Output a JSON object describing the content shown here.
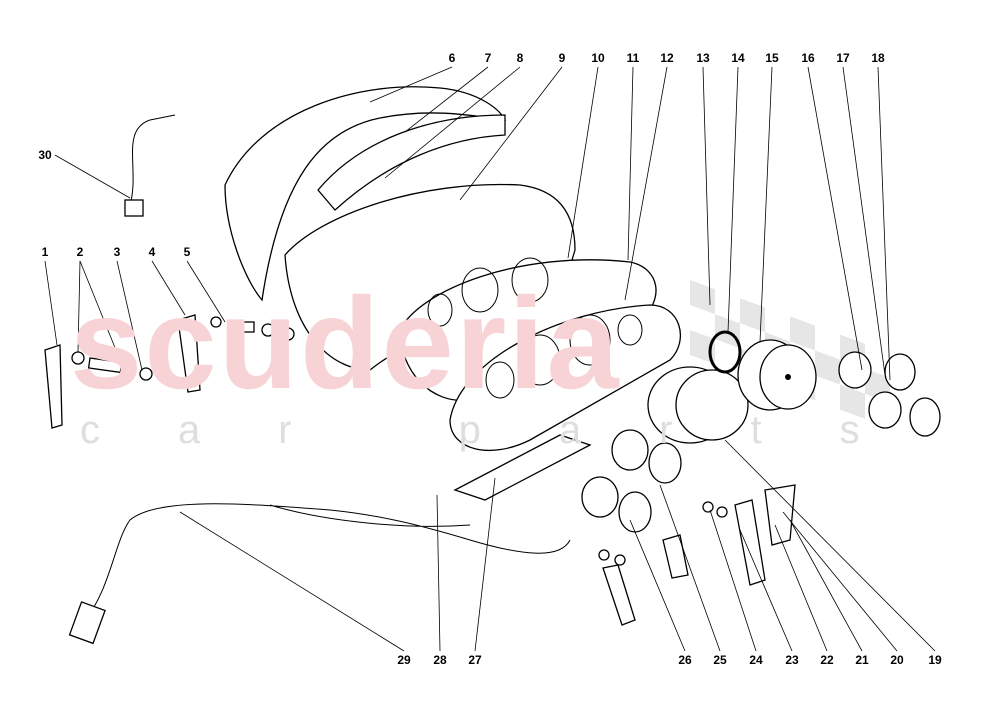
{
  "watermark": {
    "line1": "scuderia",
    "line2": "car parts",
    "color": "#f0a8ae"
  },
  "callouts": [
    "1",
    "2",
    "3",
    "4",
    "5",
    "6",
    "7",
    "8",
    "9",
    "10",
    "11",
    "12",
    "13",
    "14",
    "15",
    "16",
    "17",
    "18",
    "19",
    "20",
    "21",
    "22",
    "23",
    "24",
    "25",
    "26",
    "27",
    "28",
    "29",
    "30"
  ]
}
